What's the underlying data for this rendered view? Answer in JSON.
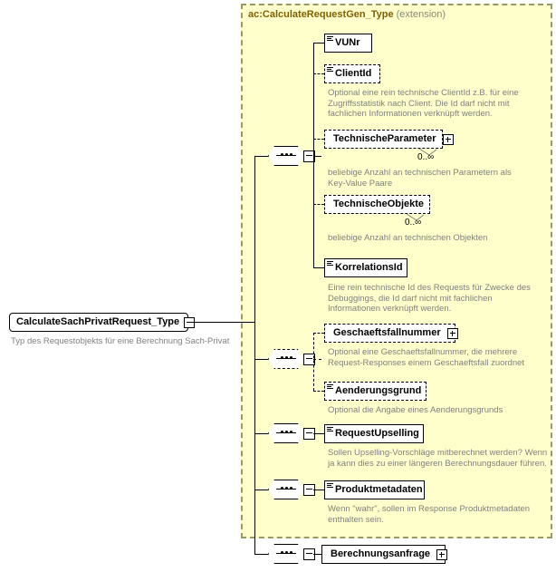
{
  "diagram": {
    "kind": "xsd-schema-diagram",
    "root": {
      "name": "CalculateSachPrivatRequest_Type",
      "documentation": "Typ des Requestobjekts für eine Berechnung Sach-Privat",
      "expander": "minus"
    },
    "extension": {
      "title": "ac:CalculateRequestGen_Type",
      "subtitle": "(extension)"
    },
    "groups": [
      {
        "id": "group-1",
        "compositor": "sequence",
        "optional": false,
        "expander": "minus",
        "elements": [
          {
            "name": "VUNr",
            "optional": false,
            "expandable": false,
            "icon": "element-icon",
            "cardinality": "",
            "documentation": ""
          },
          {
            "name": "ClientId",
            "optional": true,
            "expandable": false,
            "icon": "element-icon",
            "cardinality": "",
            "documentation": "Optional eine rein technische ClientId z.B. für eine\nZugriffsstatistik nach Client. Die Id darf nicht mit\nfachlichen Informationen verknüpft werden."
          },
          {
            "name": "TechnischeParameter",
            "optional": true,
            "expandable": true,
            "icon": "",
            "cardinality": "0..∞",
            "documentation": "beliebige Anzahl an technischen Parametern als\nKey-Value Paare"
          },
          {
            "name": "TechnischeObjekte",
            "optional": true,
            "expandable": false,
            "icon": "",
            "cardinality": "0..∞",
            "documentation": "beliebige Anzahl an technischen Objekten"
          },
          {
            "name": "KorrelationsId",
            "optional": false,
            "expandable": false,
            "icon": "element-icon",
            "cardinality": "",
            "documentation": "Eine rein technische Id des Requests für Zwecke des\nDebuggings, die Id darf nicht mit fachlichen\nInformationen verknüpft werden."
          }
        ]
      },
      {
        "id": "group-2",
        "compositor": "sequence",
        "optional": true,
        "expander": "minus",
        "elements": [
          {
            "name": "Geschaeftsfallnummer",
            "optional": true,
            "expandable": true,
            "icon": "",
            "cardinality": "",
            "documentation": "Optional eine Geschaeftsfallnummer, die mehrere\nRequest-Responses einem Geschaeftsfall zuordnet"
          },
          {
            "name": "Aenderungsgrund",
            "optional": true,
            "expandable": false,
            "icon": "element-icon",
            "cardinality": "",
            "documentation": "Optional die Angabe eines Aenderungsgrunds"
          }
        ]
      },
      {
        "id": "group-3",
        "compositor": "sequence",
        "optional": false,
        "expander": "minus",
        "elements": [
          {
            "name": "RequestUpselling",
            "optional": false,
            "expandable": false,
            "icon": "element-icon",
            "cardinality": "",
            "documentation": "Sollen Upselling-Vorschläge mitberechnet werden? Wenn\nja kann dies zu einer längeren Berechnungsdauer führen."
          }
        ]
      },
      {
        "id": "group-4",
        "compositor": "sequence",
        "optional": false,
        "expander": "minus",
        "elements": [
          {
            "name": "Produktmetadaten",
            "optional": false,
            "expandable": false,
            "icon": "element-icon",
            "cardinality": "",
            "documentation": "Wenn \"wahr\", sollen im Response Produktmetadaten\nenthalten sein."
          }
        ]
      },
      {
        "id": "group-5",
        "compositor": "sequence",
        "optional": false,
        "expander": "minus",
        "elements": [
          {
            "name": "Berechnungsanfrage",
            "optional": false,
            "expandable": true,
            "icon": "",
            "cardinality": "",
            "documentation": ""
          }
        ]
      }
    ],
    "colors": {
      "container_fill": "#ffffcc",
      "container_border": "#999966",
      "title_text": "#806000",
      "doc_text": "#808080",
      "node_fill": "#ffffff",
      "line": "#000000",
      "shadow": "#c0c0c0"
    }
  }
}
